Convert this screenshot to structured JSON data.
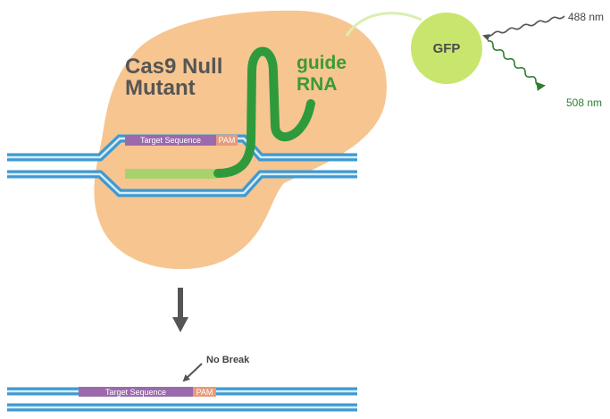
{
  "labels": {
    "cas9_line1": "Cas9 Null",
    "cas9_line2": "Mutant",
    "guide_line1": "guide",
    "guide_line2": "RNA",
    "gfp": "GFP",
    "excitation": "488 nm",
    "emission": "508 nm",
    "target_sequence": "Target Sequence",
    "pam": "PAM",
    "target_sequence_bottom": "Target Sequence",
    "pam_bottom": "PAM",
    "no_break": "No Break"
  },
  "colors": {
    "cas9_body": "#f7c590",
    "dna_strand": "#3d9ad1",
    "dna_inner": "#d7ecf6",
    "target_sequence": "#9b6aad",
    "pam": "#e89a7a",
    "guide_rna": "#2f9a3c",
    "rna_target_pairing": "#a8d36c",
    "gfp": "#c8e66e",
    "gfp_linker": "#d9efb2",
    "text_dark": "#555555",
    "text_guide": "#3b9a38",
    "text_emission": "#2e7d32",
    "arrow_gray": "#555555"
  },
  "icons": {
    "down_arrow": "down-arrow-icon",
    "pointer_arrow": "pointer-arrow-icon",
    "excitation_wave": "wavy-arrow-icon",
    "emission_wave": "wavy-arrow-icon"
  }
}
